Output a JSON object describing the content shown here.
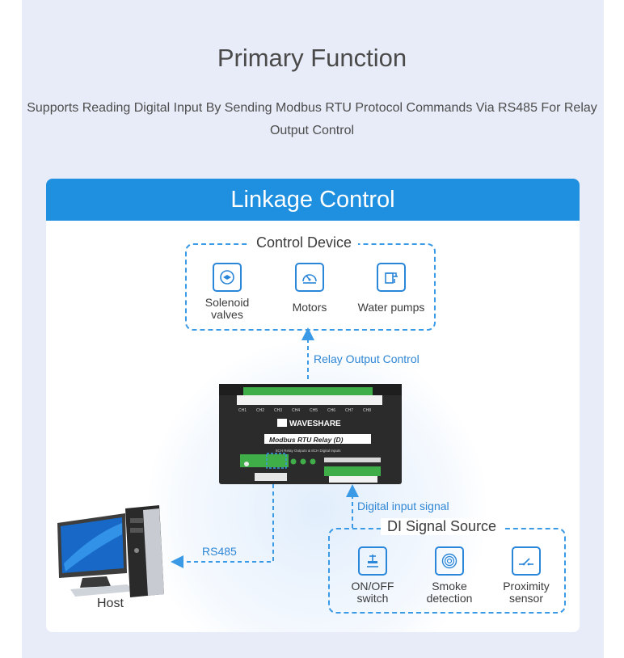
{
  "header": {
    "title": "Primary Function",
    "subtitle": "Supports Reading Digital Input By Sending Modbus RTU Protocol Commands Via RS485 For Relay Output Control"
  },
  "diagram": {
    "title": "Linkage Control",
    "control_device": {
      "title": "Control Device",
      "items": [
        {
          "label": "Solenoid valves",
          "icon": "solenoid-valve-icon"
        },
        {
          "label": "Motors",
          "icon": "motor-icon"
        },
        {
          "label": "Water pumps",
          "icon": "water-pump-icon"
        }
      ]
    },
    "di_source": {
      "title": "DI Signal Source",
      "items": [
        {
          "label": "ON/OFF switch",
          "icon": "switch-icon"
        },
        {
          "label": "Smoke detection",
          "icon": "smoke-detector-icon"
        },
        {
          "label": "Proximity sensor",
          "icon": "proximity-sensor-icon"
        }
      ]
    },
    "connections": {
      "relay": "Relay Output Control",
      "digital": "Digital input signal",
      "rs485": "RS485"
    },
    "host_label": "Host",
    "device": {
      "brand": "WAVESHARE",
      "model": "Modbus RTU Relay (D)",
      "desc": "8CH Relay Outputs & 8CH Digital Inputs",
      "channels": [
        "CH1",
        "CH2",
        "CH3",
        "CH4",
        "CH5",
        "CH6",
        "CH7",
        "CH8"
      ]
    },
    "colors": {
      "accent": "#1f8fe0",
      "dash": "#3a9ae6",
      "device": "#2b2b2b",
      "terminal": "#3fae49"
    }
  }
}
